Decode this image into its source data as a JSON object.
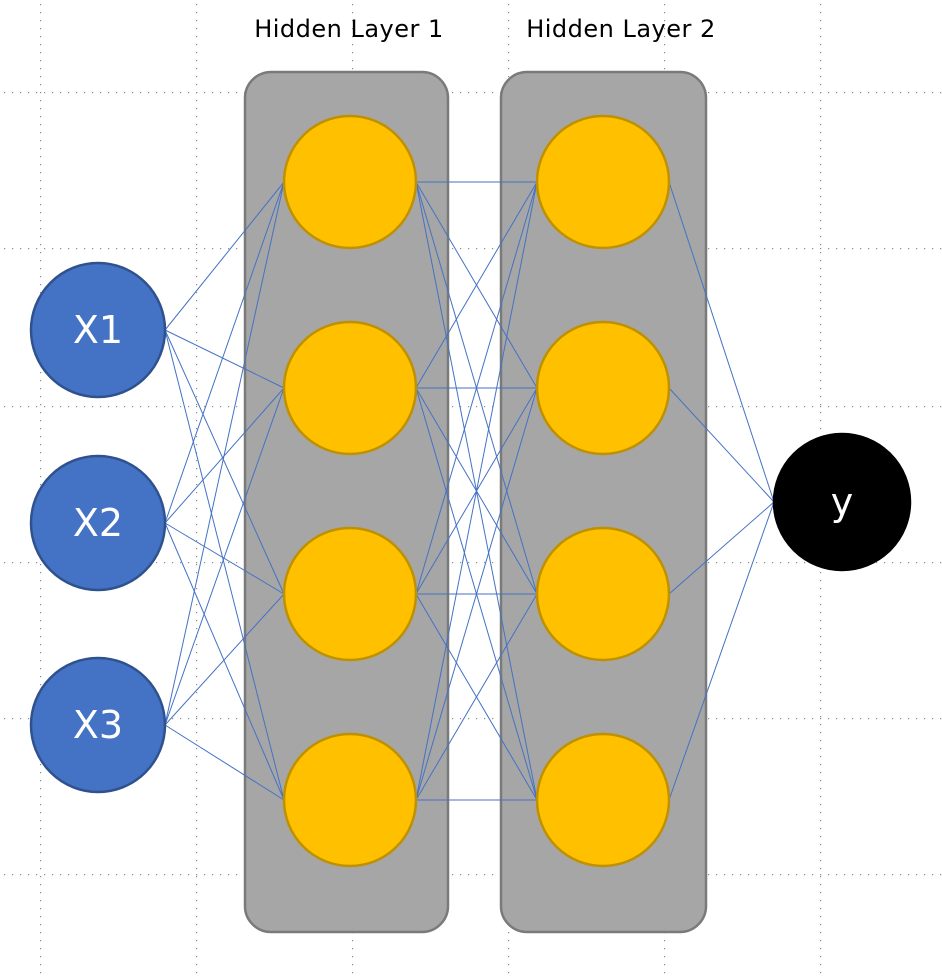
{
  "diagram": {
    "layers": [
      {
        "id": "input",
        "nodes": [
          "X1",
          "X2",
          "X3"
        ],
        "color": "#4472C4",
        "stroke": "#2F528F"
      },
      {
        "id": "hidden1",
        "title": "Hidden Layer 1",
        "nodes": [
          "",
          "",
          "",
          ""
        ],
        "color": "#FFC000",
        "stroke": "#BF9000",
        "panel_color": "#A6A6A6"
      },
      {
        "id": "hidden2",
        "title": "Hidden Layer 2",
        "nodes": [
          "",
          "",
          "",
          ""
        ],
        "color": "#FFC000",
        "stroke": "#BF9000",
        "panel_color": "#A6A6A6"
      },
      {
        "id": "output",
        "nodes": [
          "y"
        ],
        "color": "#000000",
        "stroke": "#000000"
      }
    ],
    "connection_color": "#4472C4",
    "connectivity": "fully-connected"
  }
}
